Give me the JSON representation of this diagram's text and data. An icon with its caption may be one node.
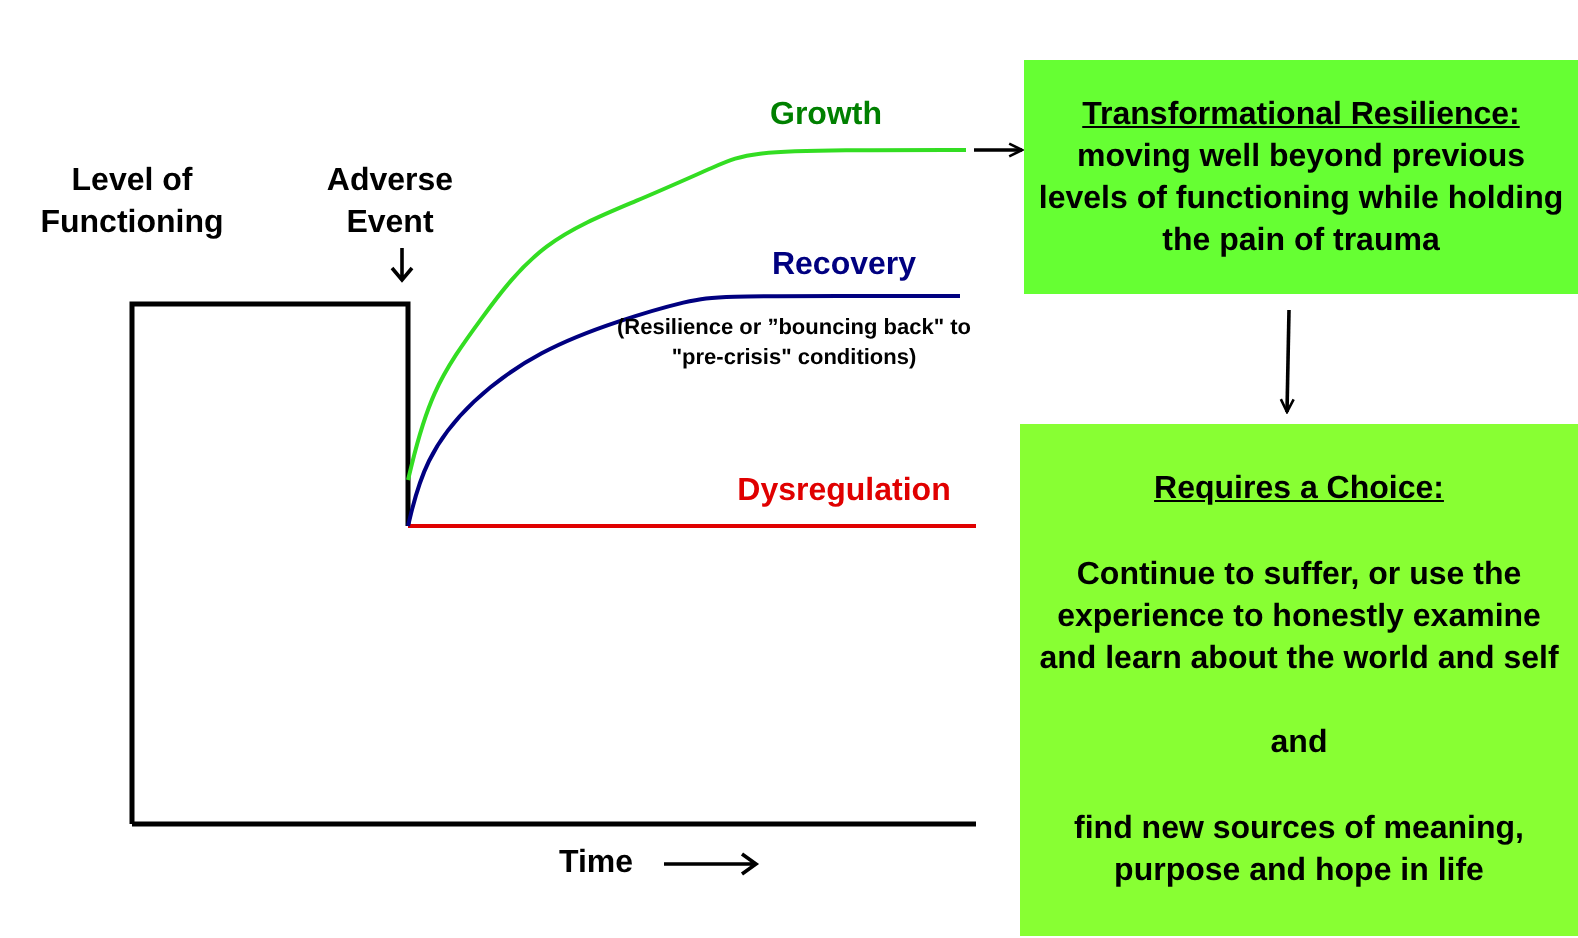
{
  "diagram": {
    "nodes": [
      {
        "text": [
          "Transformational Resilience:",
          "moving well beyond previous levels of functioning while holding the pain of trauma"
        ]
      },
      {
        "text": [
          "Requires a Choice:",
          "Continue to suffer, or use the experience to honestly examine and learn about the world and self",
          "and",
          "find new sources of meaning, purpose and hope in life"
        ]
      }
    ],
    "edges": [
      {
        "from": null,
        "to": 0,
        "arrow": "to"
      },
      {
        "from": 0,
        "to": 1,
        "arrow": "to"
      }
    ],
    "labels": [
      "Level of Functioning",
      "Adverse Event",
      "Growth",
      "Recovery",
      "(Resilience or ”bouncing back\" to \"pre-crisis\" conditions)",
      "Dysregulation",
      "Time"
    ]
  }
}
